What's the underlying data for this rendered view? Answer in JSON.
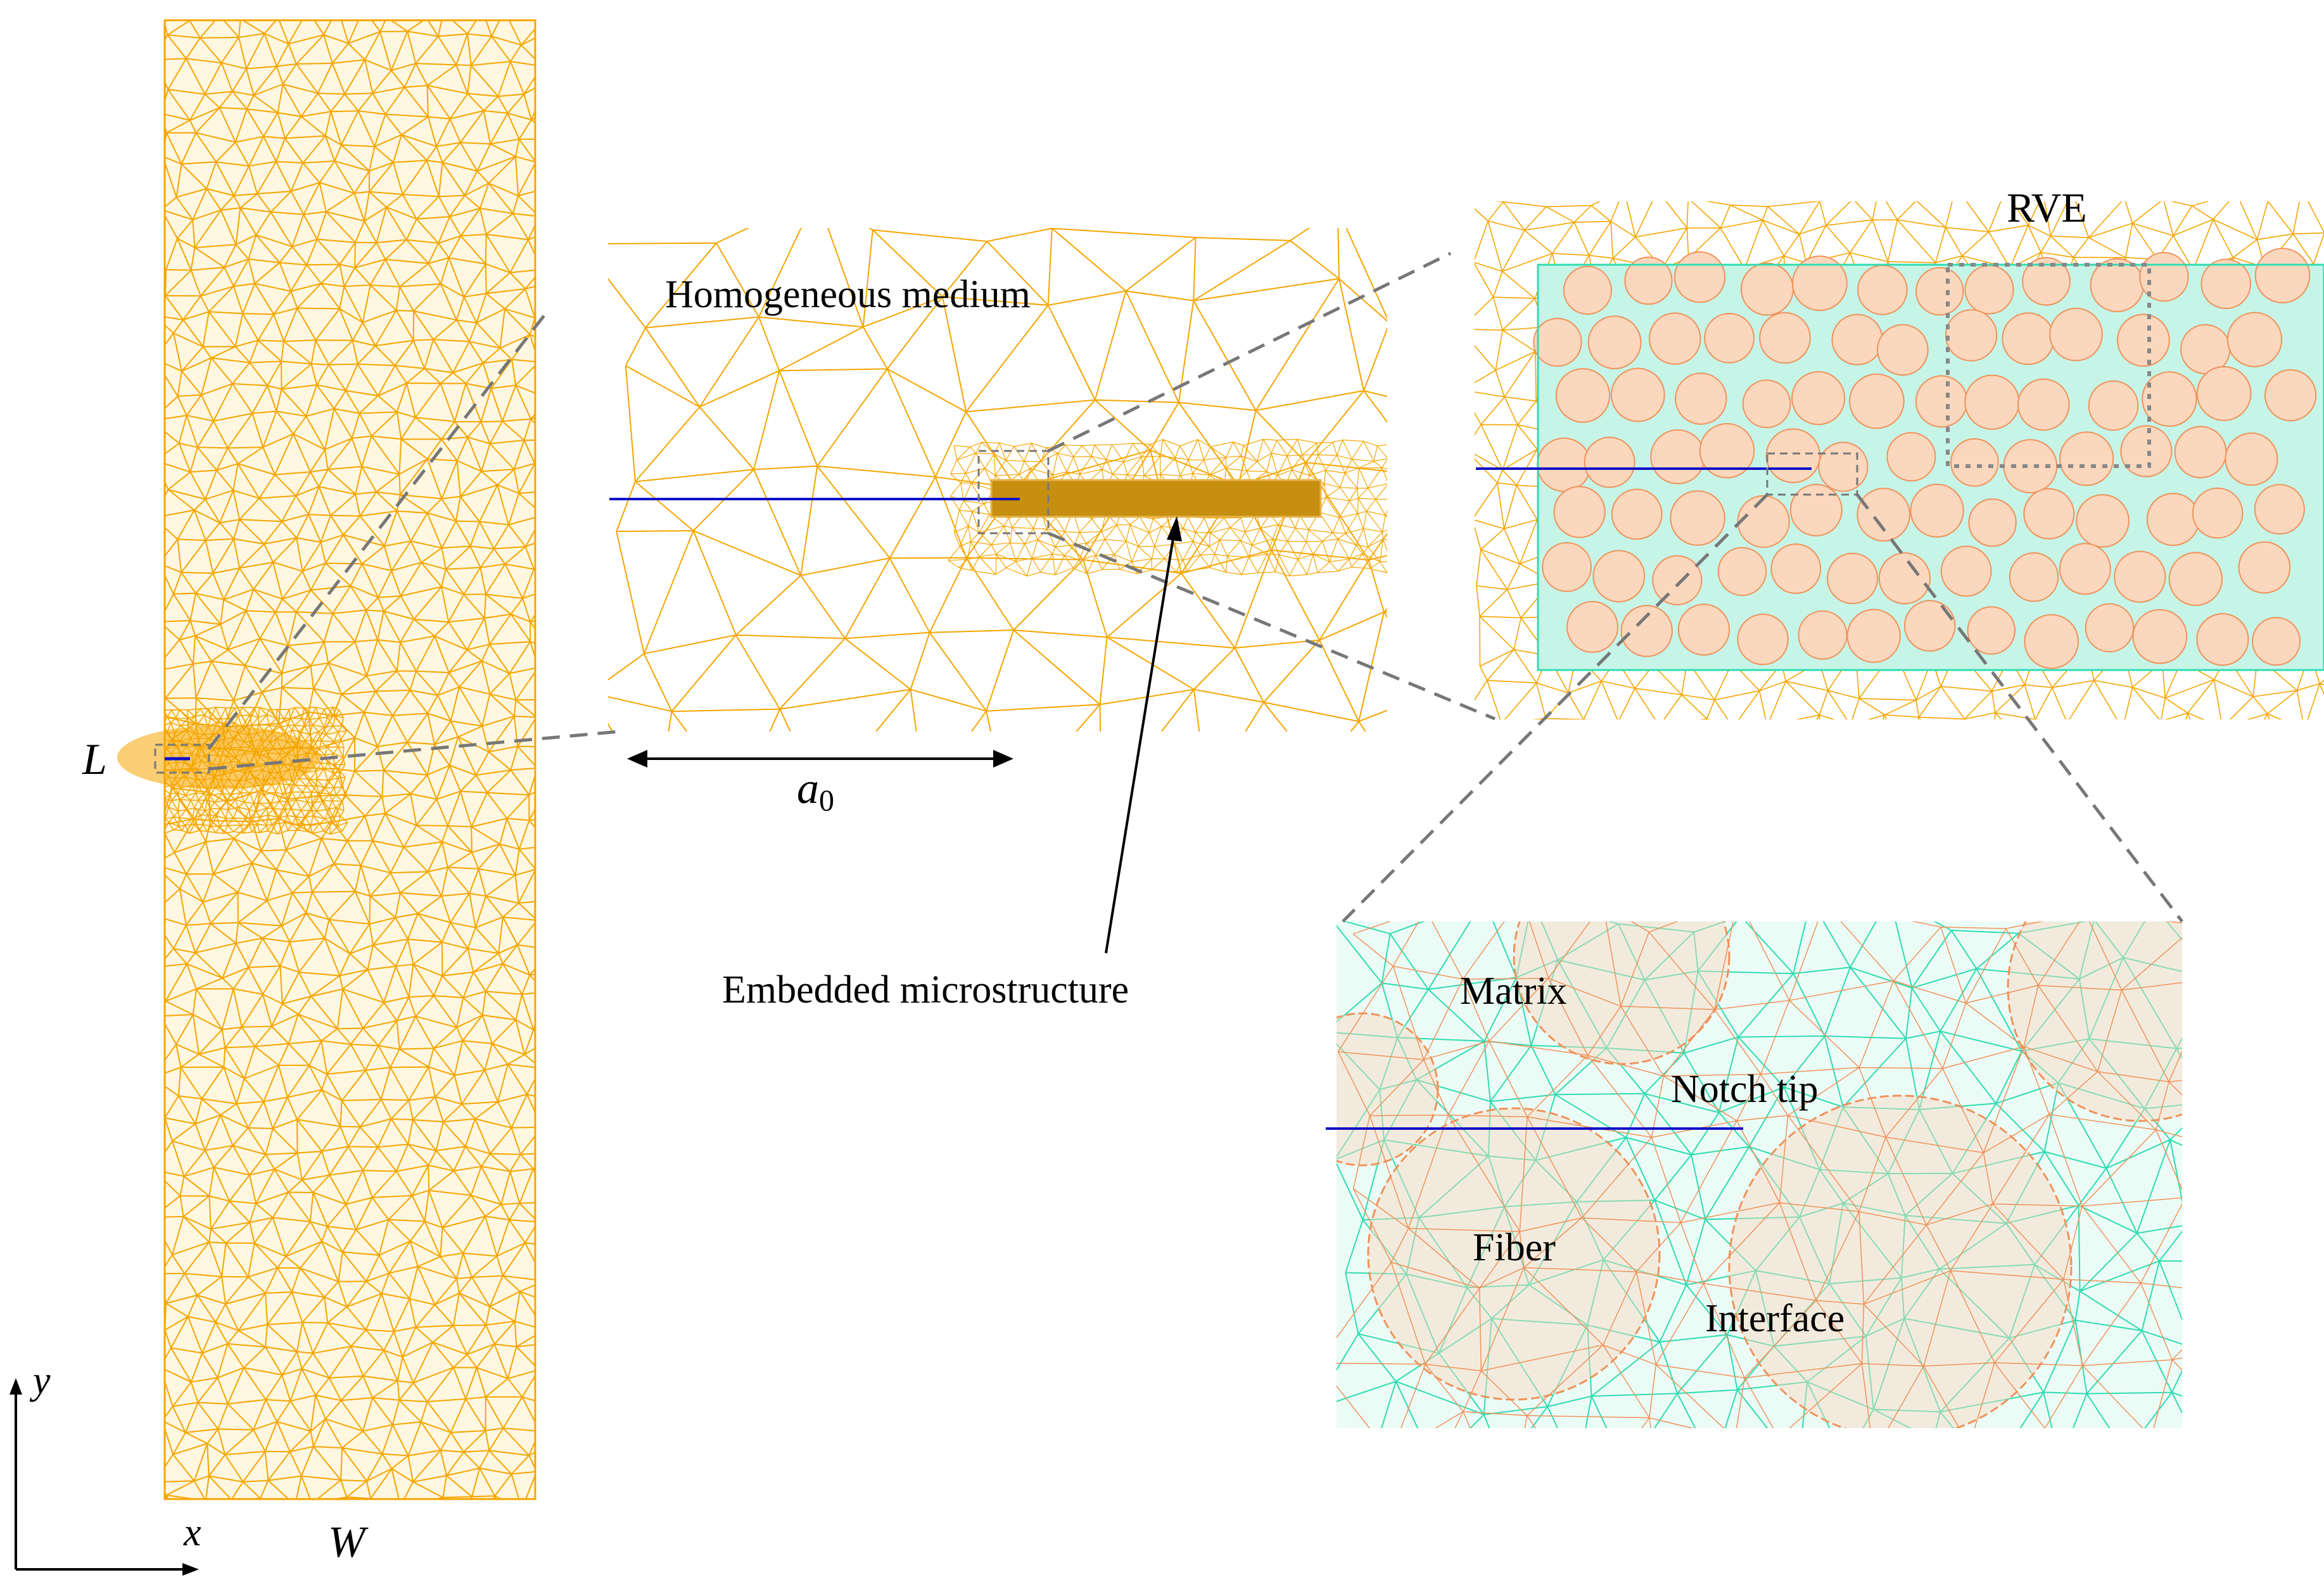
{
  "labels": {
    "homogeneous": "Homogeneous medium",
    "embedded": "Embedded microstructure",
    "rve": "RVE",
    "matrix": "Matrix",
    "notch_tip": "Notch tip",
    "fiber": "Fiber",
    "interface": "Interface",
    "dim_L": "L",
    "dim_W": "W",
    "crack_length": "a",
    "crack_length_sub": "0",
    "axis_x": "x",
    "axis_y": "y"
  },
  "colors": {
    "mesh_homogeneous": "#f5a500",
    "mesh_fiber": "#f0925a",
    "mesh_matrix": "#2fdcb0",
    "matrix_fill": "#c6f5e8",
    "fiber_fill": "#fbd7bd",
    "crack": "#1010c8",
    "zoom_guides": "#777777"
  }
}
